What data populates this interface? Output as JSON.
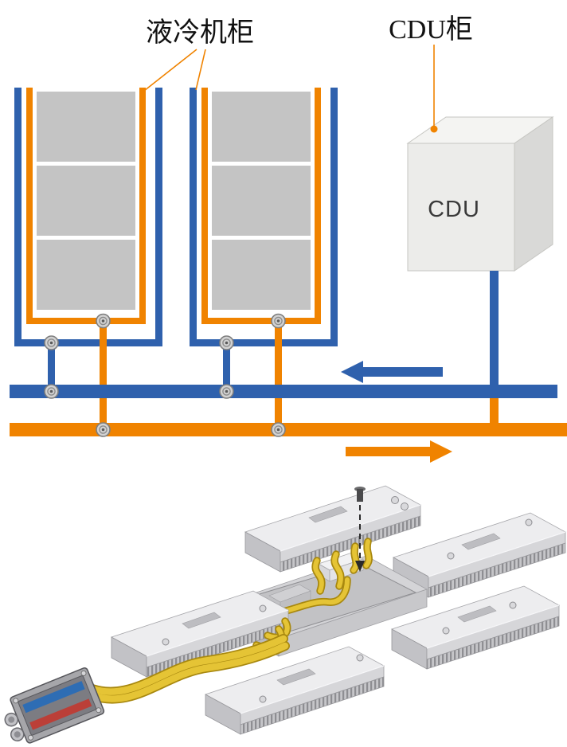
{
  "diagram": {
    "labels": {
      "rack_cabinet": "液冷机柜",
      "cdu_cabinet": "CDU柜",
      "cdu_box": "CDU"
    },
    "schematic": {
      "rack_cabinet_count": 2,
      "server_blocks_per_cabinet": 3,
      "blue_pipe_arrow_direction": "left",
      "orange_pipe_arrow_direction": "right"
    }
  },
  "colors": {
    "blue": "#2f61ad",
    "orange": "#f08300",
    "gray_block": "#c4c4c4",
    "box_top": "#f4f4f2",
    "box_front": "#ececea",
    "box_side": "#d9d9d7",
    "tube": "#e5c435",
    "tube_dark": "#a8880f"
  }
}
